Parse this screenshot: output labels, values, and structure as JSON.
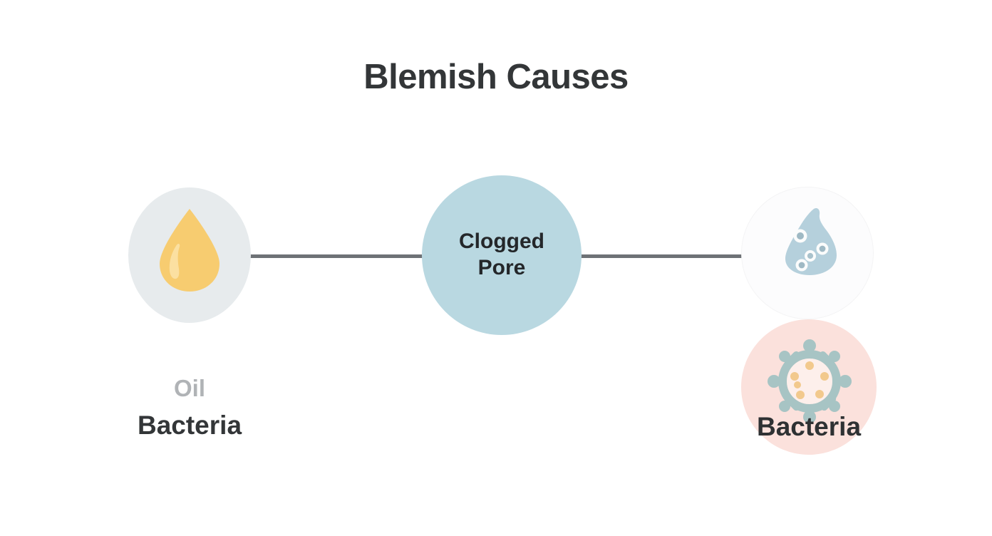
{
  "title": "Blemish Causes",
  "background_color": "#ffffff",
  "diagram": {
    "type": "flow-chain",
    "connectors": [
      {
        "name": "oil-to-clogged-pore",
        "color": "#6e7276"
      },
      {
        "name": "clogged-pore-to-bacteria",
        "color": "#6e7276"
      }
    ],
    "nodes": [
      {
        "id": "oil",
        "label": "",
        "icon": "oil-droplet-icon",
        "circle_color": "#e7ebed",
        "icon_color": "#f7cc70"
      },
      {
        "id": "clogged-pore",
        "label": "Clogged Pore",
        "label_line1": "Clogged",
        "label_line2": "Pore",
        "icon": "none",
        "circle_color": "#b9d8e1",
        "text_color": "#24272a"
      },
      {
        "id": "pore",
        "label": "",
        "icon": "pore-sebum-droplet-icon",
        "circle_color": "#fcfcfd",
        "icon_color": "#b5d0dc"
      },
      {
        "id": "bacteria",
        "label": "Bacteria",
        "icon": "bacteria-microbe-icon",
        "circle_color": "#fbe1dc",
        "icon_color": "#a7c4c4",
        "icon_accent_color": "#f2c98d",
        "text_color": "#2e3133"
      }
    ],
    "labels": [
      {
        "id": "oil-label",
        "text": "Oil",
        "color": "#b0b3b6"
      },
      {
        "id": "bacteria-label-left",
        "text": "Bacteria",
        "color": "#333638"
      },
      {
        "id": "bacteria-label-right",
        "text": "Bacteria",
        "color": "#2e3133"
      }
    ]
  }
}
